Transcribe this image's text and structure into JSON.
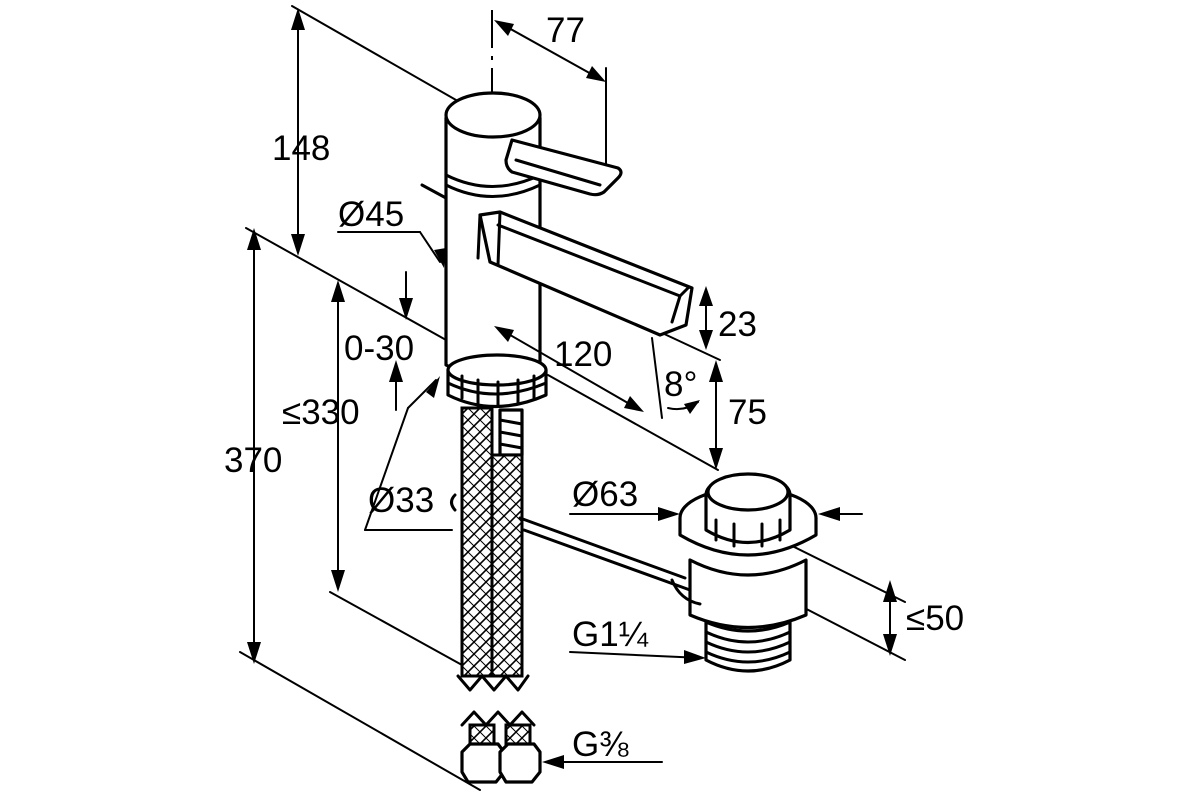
{
  "dimensions": {
    "height_total": "148",
    "lever_reach": "77",
    "body_diameter": "Ø45",
    "spout_height": "23",
    "adjust_range": "0-30",
    "spout_reach": "120",
    "spout_angle": "8°",
    "max_under_counter": "≤330",
    "overall_length": "370",
    "drain_offset": "75",
    "hole_diameter": "Ø33",
    "drain_diameter": "Ø63",
    "drain_height": "≤50",
    "drain_thread": "G1¼",
    "hose_thread": "G⅜"
  }
}
